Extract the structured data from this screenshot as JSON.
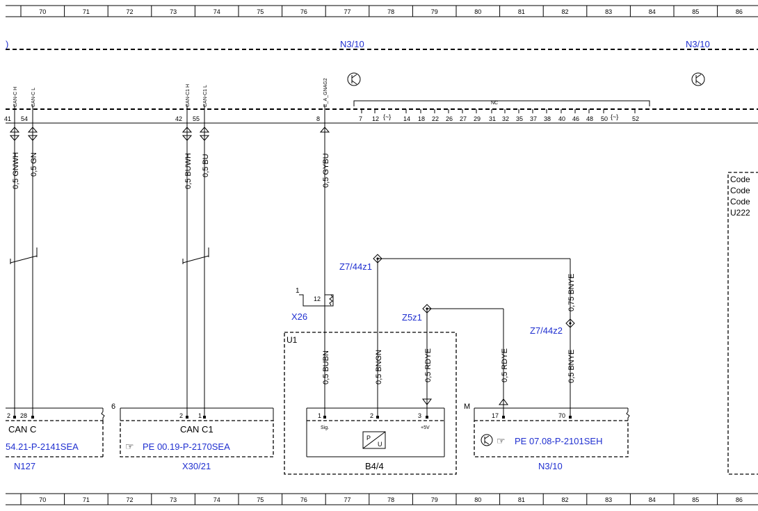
{
  "ruler": [
    "70",
    "71",
    "72",
    "73",
    "74",
    "75",
    "76",
    "77",
    "78",
    "79",
    "80",
    "81",
    "82",
    "83",
    "84",
    "85",
    "86"
  ],
  "top_labels": {
    "left_partial": ")",
    "n3_10_a": "N3/10",
    "n3_10_b": "N3/10"
  },
  "pins_top": {
    "can_c_h": "CAN-C H",
    "can_c_l": "CAN-C L",
    "can_c1_h": "CAN-C1 H",
    "can_c1_l": "CAN-C1 L",
    "e_a_gnag2": "E_A_GNAG2",
    "nc": "NC",
    "p41": "41",
    "p54": "54",
    "p42": "42",
    "p55": "55",
    "p8": "8",
    "nc_pins": [
      "7",
      "12",
      "14",
      "18",
      "22",
      "26",
      "27",
      "29",
      "31",
      "32",
      "35",
      "37",
      "38",
      "40",
      "46",
      "48",
      "50",
      "52"
    ]
  },
  "wires": {
    "w_gnwh": "0,5 GNWH",
    "w_gn": "0,5 GN",
    "w_buwh": "0,5 BUWH",
    "w_bu": "0,5 BU",
    "w_gybu": "0,5 GYBU",
    "w_bubn": "0,5 BUBN",
    "w_bngn": "0,5 BNGN",
    "w_rdye1": "0,5 RDYE",
    "w_rdye2": "0,5 RDYE",
    "w_bnye075": "0,75 BNYE",
    "w_bnye": "0,5 BNYE"
  },
  "splices": {
    "z7_44z1": "Z7/44z1",
    "z5z1": "Z5z1",
    "z7_44z2": "Z7/44z2"
  },
  "x26": {
    "label": "X26",
    "pin_num": "1",
    "pin12": "12"
  },
  "u1": "U1",
  "code_box": [
    "Code",
    "Code",
    "Code",
    "U222"
  ],
  "components": {
    "n127": {
      "pins": [
        "2",
        "28"
      ],
      "name": "CAN C",
      "ref": "54.21-P-2141SEA",
      "id": "N127"
    },
    "x30_21": {
      "num": "6",
      "pins": [
        "2",
        "1"
      ],
      "name": "CAN C1",
      "ref": "PE 00.19-P-2170SEA",
      "id": "X30/21"
    },
    "b4_4": {
      "pins": [
        "1",
        "2",
        "3"
      ],
      "sig": "Sig.",
      "plus5v": "+5V",
      "p": "P",
      "u": "U",
      "id": "B4/4"
    },
    "n3_10": {
      "m": "M",
      "pins": [
        "17",
        "70"
      ],
      "ref": "PE 07.08-P-2101SEH",
      "id": "N3/10"
    }
  }
}
